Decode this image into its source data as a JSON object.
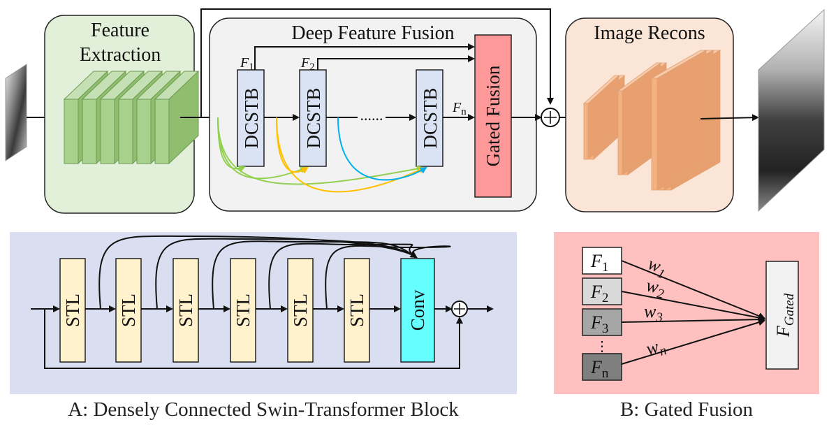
{
  "top": {
    "feature_extraction": [
      "Feature",
      "Extraction"
    ],
    "deep_feature_fusion": "Deep Feature Fusion",
    "image_recons": "Image Recons",
    "dcstb": "DCSTB",
    "f1": {
      "main": "F",
      "sub": "1"
    },
    "f2": {
      "main": "F",
      "sub": "2"
    },
    "fn": {
      "main": "F",
      "sub": "n"
    },
    "dots": "......",
    "gated_fusion": "Gated Fusion"
  },
  "panel_a": {
    "stl": "STL",
    "conv": "Conv",
    "caption": "A: Densely Connected Swin-Transformer Block"
  },
  "panel_b": {
    "f1": {
      "main": "F",
      "sub": "1"
    },
    "f2": {
      "main": "F",
      "sub": "2"
    },
    "f3": {
      "main": "F",
      "sub": "3"
    },
    "fn": {
      "main": "F",
      "sub": "n"
    },
    "vdots": "⋮",
    "w1": {
      "main": "w",
      "sub": "1"
    },
    "w2": {
      "main": "w",
      "sub": "2"
    },
    "w3": {
      "main": "w",
      "sub": "3"
    },
    "wn": {
      "main": "w",
      "sub": "n"
    },
    "fgated": {
      "main": "F",
      "sub": "Gated"
    },
    "caption": "B: Gated Fusion"
  },
  "colors": {
    "green_panel": "#e2efd9",
    "green_block": "#a9d18e",
    "fusion_panel": "#f2f2f2",
    "dcstb_fill": "#dae3f3",
    "gated_fill": "#ff9999",
    "recons_panel": "#fbe5d6",
    "recons_block": "#f4b183",
    "panel_a_bg": "#d9dff0",
    "stl_fill": "#fff2cc",
    "conv_fill": "#66ffff",
    "panel_b_bg": "#ffc0c0",
    "arrow_green": "#92d050",
    "arrow_yellow": "#ffc000",
    "arrow_blue": "#00b0f0"
  }
}
